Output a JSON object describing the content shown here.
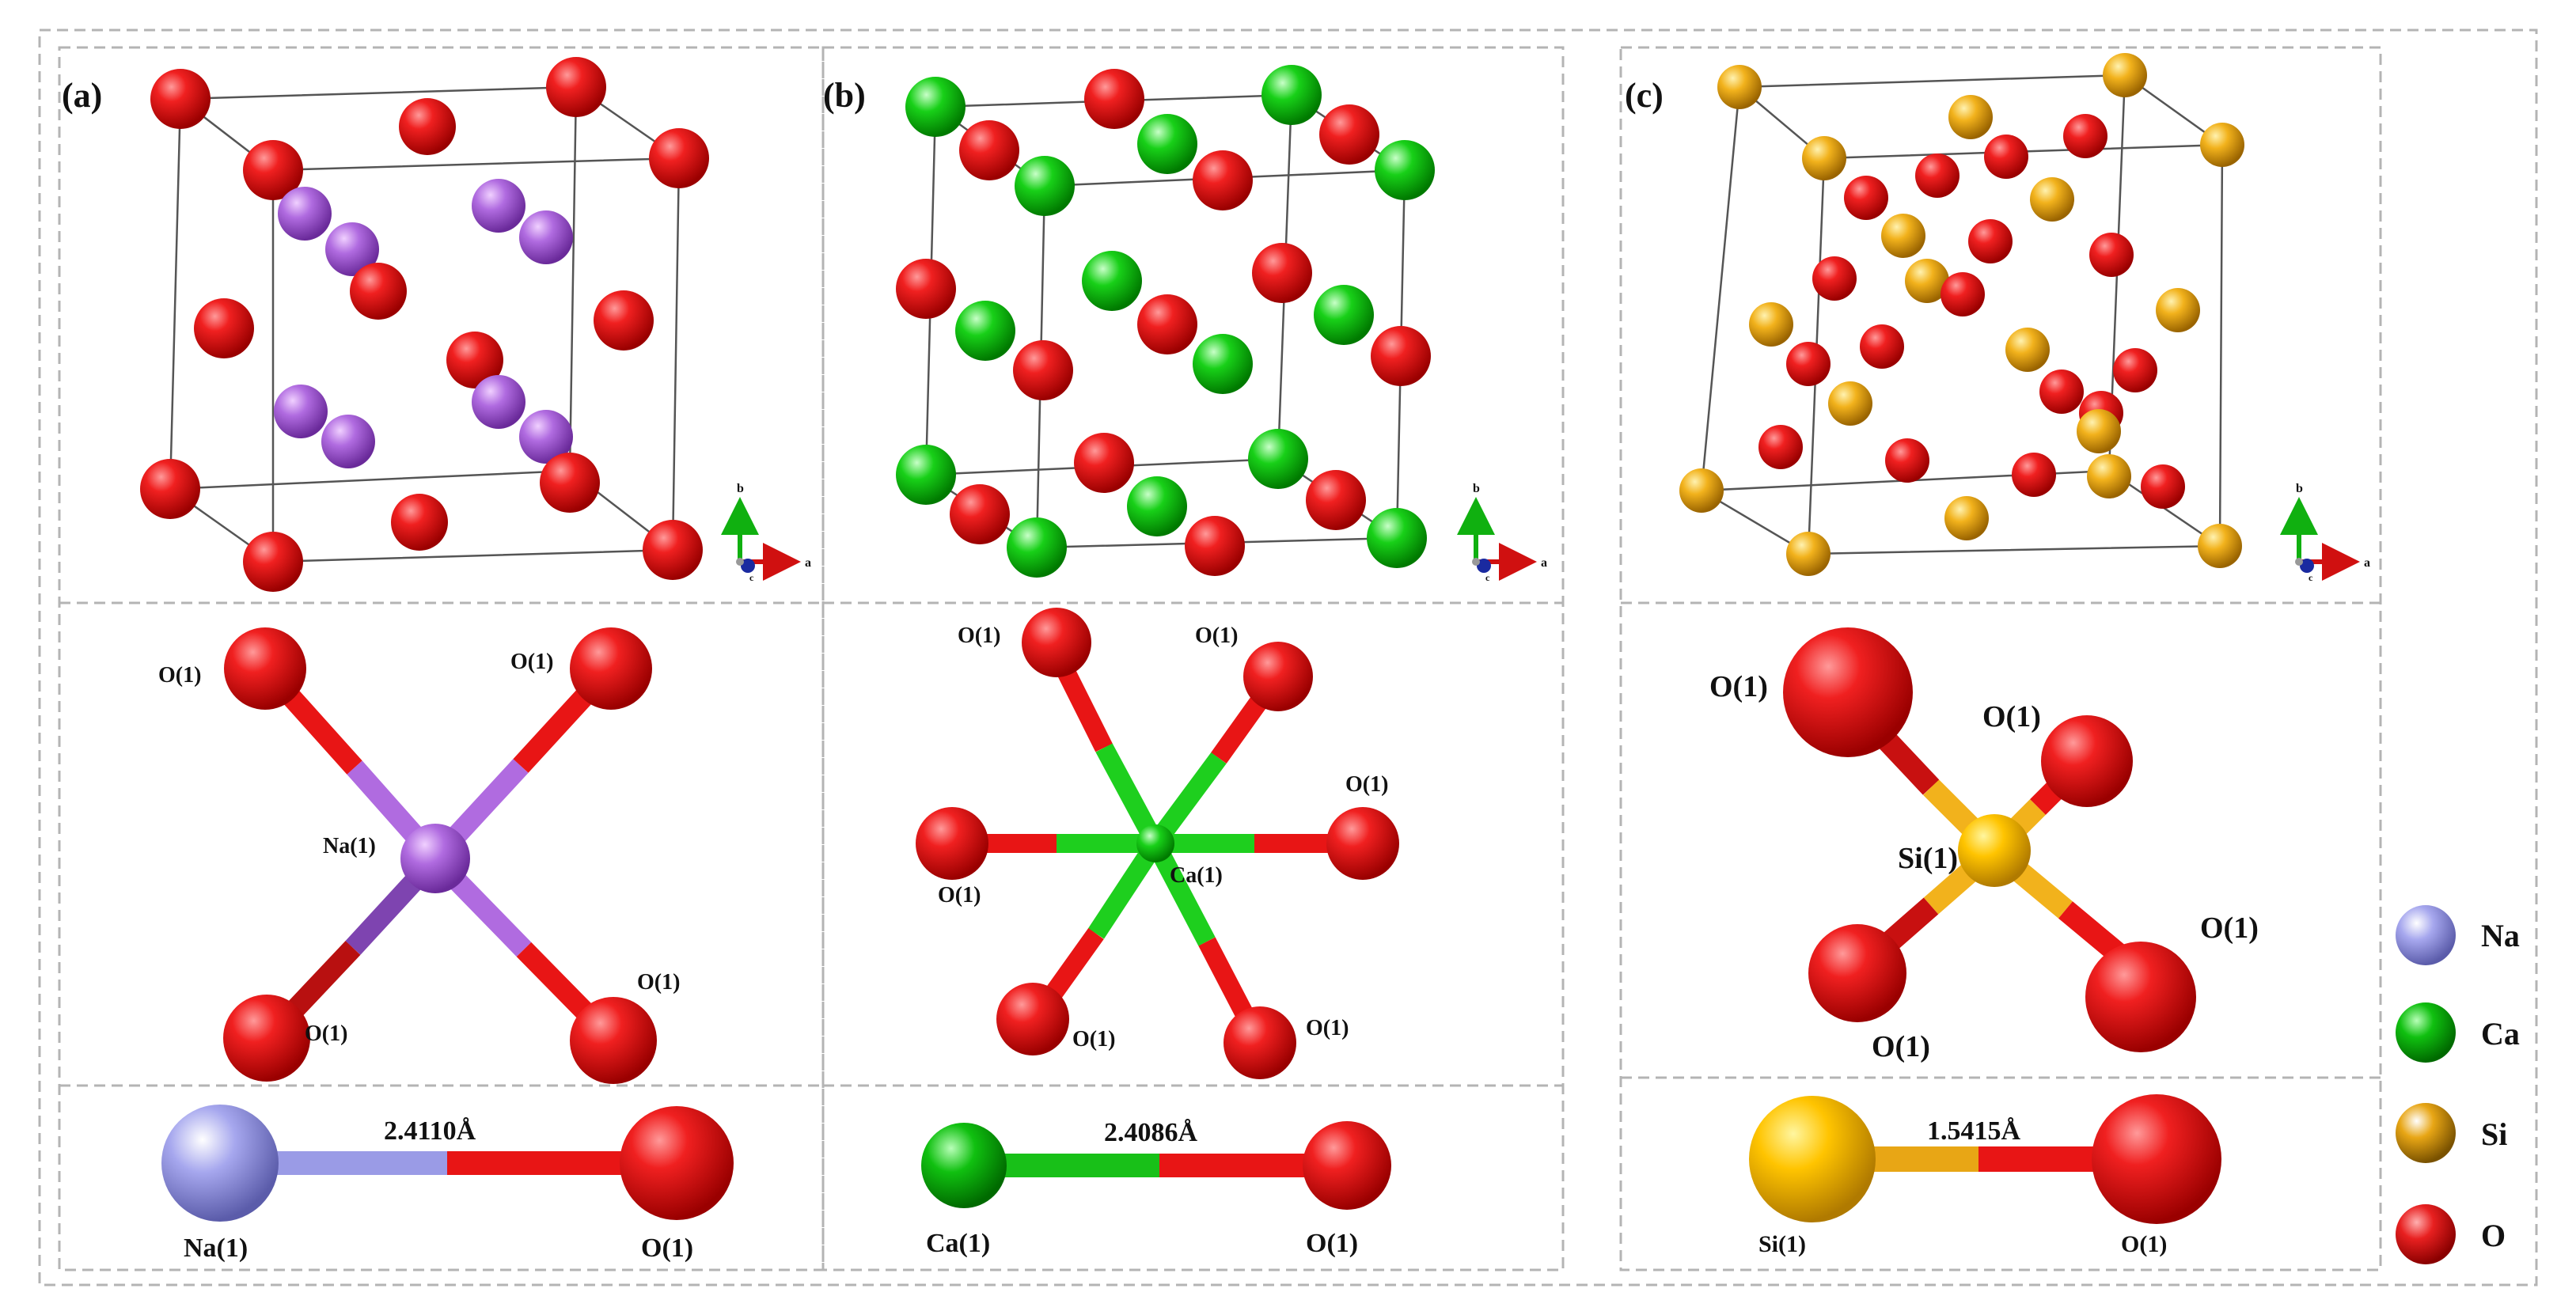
{
  "panels": [
    {
      "label": "(a)",
      "accent": "#b06be0",
      "center": "Na(1)",
      "neighbors": [
        "O(1)",
        "O(1)",
        "O(1)",
        "O(1)"
      ],
      "bond": {
        "length": "2.4110Å",
        "left": "Na(1)",
        "right": "O(1)"
      }
    },
    {
      "label": "(b)",
      "accent": "#1ecf1e",
      "center": "Ca(1)",
      "neighbors": [
        "O(1)",
        "O(1)",
        "O(1)",
        "O(1)",
        "O(1)",
        "O(1)"
      ],
      "bond": {
        "length": "2.4086Å",
        "left": "Ca(1)",
        "right": "O(1)"
      }
    },
    {
      "label": "(c)",
      "accent": "#f0b21a",
      "center": "Si(1)",
      "neighbors": [
        "O(1)",
        "O(1)",
        "O(1)",
        "O(1)"
      ],
      "bond": {
        "length": "1.5415Å",
        "left": "Si(1)",
        "right": "O(1)"
      }
    }
  ],
  "axes": {
    "x_label": "a",
    "y_label": "b",
    "z_label": "c"
  },
  "legend": [
    {
      "label": "Na",
      "color": "#9a9be6"
    },
    {
      "label": "Ca",
      "color": "#18c018"
    },
    {
      "label": "Si",
      "color": "#e8a615"
    },
    {
      "label": "O",
      "color": "#e82020"
    }
  ],
  "colors": {
    "oxygen": "#e81515",
    "frame_dash": "#b4b4b4",
    "cell_edge": "#555555"
  }
}
